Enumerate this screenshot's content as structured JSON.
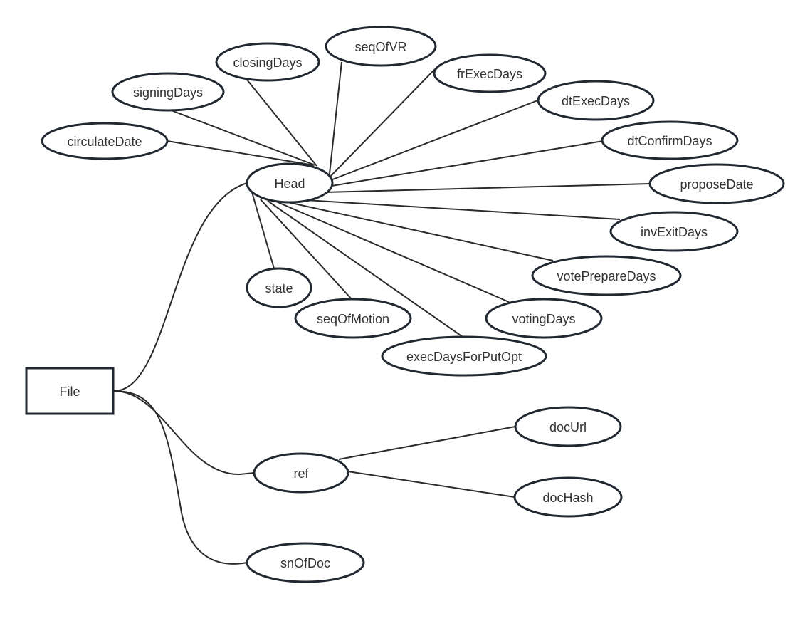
{
  "diagram": {
    "type": "mind-map",
    "root": {
      "id": "file",
      "label": "File",
      "shape": "rect"
    },
    "nodes": [
      {
        "id": "head",
        "label": "Head",
        "parent": "file"
      },
      {
        "id": "circulateDate",
        "label": "circulateDate",
        "parent": "head"
      },
      {
        "id": "signingDays",
        "label": "signingDays",
        "parent": "head"
      },
      {
        "id": "closingDays",
        "label": "closingDays",
        "parent": "head"
      },
      {
        "id": "seqOfVR",
        "label": "seqOfVR",
        "parent": "head"
      },
      {
        "id": "frExecDays",
        "label": "frExecDays",
        "parent": "head"
      },
      {
        "id": "dtExecDays",
        "label": "dtExecDays",
        "parent": "head"
      },
      {
        "id": "dtConfirmDays",
        "label": "dtConfirmDays",
        "parent": "head"
      },
      {
        "id": "proposeDate",
        "label": "proposeDate",
        "parent": "head"
      },
      {
        "id": "invExitDays",
        "label": "invExitDays",
        "parent": "head"
      },
      {
        "id": "votePrepareDays",
        "label": "votePrepareDays",
        "parent": "head"
      },
      {
        "id": "votingDays",
        "label": "votingDays",
        "parent": "head"
      },
      {
        "id": "execDaysForPutOpt",
        "label": "execDaysForPutOpt",
        "parent": "head"
      },
      {
        "id": "seqOfMotion",
        "label": "seqOfMotion",
        "parent": "head"
      },
      {
        "id": "state",
        "label": "state",
        "parent": "head"
      },
      {
        "id": "ref",
        "label": "ref",
        "parent": "file"
      },
      {
        "id": "docUrl",
        "label": "docUrl",
        "parent": "ref"
      },
      {
        "id": "docHash",
        "label": "docHash",
        "parent": "ref"
      },
      {
        "id": "snOfDoc",
        "label": "snOfDoc",
        "parent": "file"
      }
    ],
    "colors": {
      "stroke": "#222831",
      "text": "#333333",
      "background": "#ffffff"
    }
  }
}
